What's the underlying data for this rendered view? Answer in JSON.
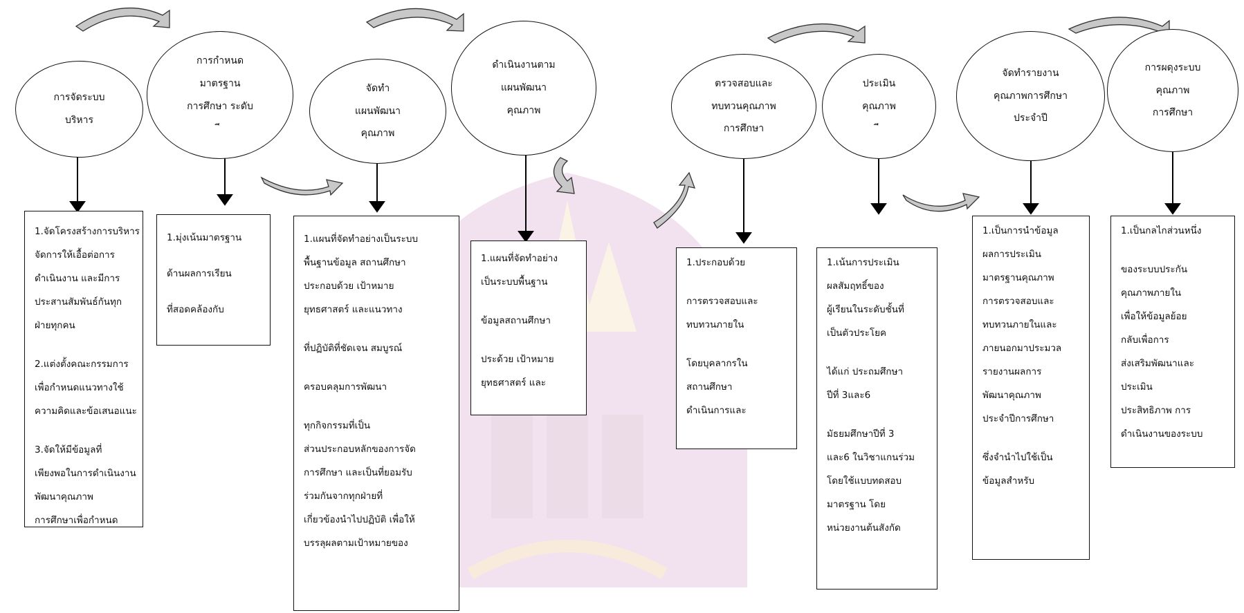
{
  "circles": [
    {
      "lines": [
        "การจัดระบบ",
        "บริหาร"
      ]
    },
    {
      "lines": [
        "การกำหนด",
        "มาตรฐาน",
        "การศึกษา ระดับ",
        "ี"
      ]
    },
    {
      "lines": [
        "จัดทำ",
        "แผนพัฒนา",
        "คุณภาพ"
      ]
    },
    {
      "lines": [
        "ดำเนินงานตาม",
        "แผนพัฒนา",
        "คุณภาพ"
      ]
    },
    {
      "lines": [
        "ตรวจสอบและ",
        "ทบทวนคุณภาพ",
        "การศึกษา"
      ]
    },
    {
      "lines": [
        "ประเมิน",
        "คุณภาพ",
        "ี"
      ]
    },
    {
      "lines": [
        "จัดทำรายงาน",
        "คุณภาพการศึกษา",
        "ประจำปี"
      ]
    },
    {
      "lines": [
        "การผดุงระบบ",
        "คุณภาพ",
        "การศึกษา"
      ]
    }
  ],
  "boxes": [
    {
      "lines": [
        "1.จัดโครงสร้างการบริหาร",
        "จัดการให้เอื้อต่อการ",
        "ดำเนินงาน และมีการ",
        "ประสานสัมพันธ์กันทุก",
        "ฝ่ายทุกคน",
        "",
        "2.แต่งตั้งคณะกรรมการ",
        "เพื่อกำหนดแนวทางใช้",
        "ความคิดและข้อเสนอแนะ",
        "",
        "3.จัดให้มีข้อมูลที่",
        "เพียงพอในการดำเนินงาน",
        "พัฒนาคุณภาพ",
        "การศึกษาเพื่อกำหนด"
      ]
    },
    {
      "lines": [
        "1.มุ่งเน้นมาตรฐาน",
        "ด้านผลการเรียน",
        "ที่สอดคล้องกับ"
      ]
    },
    {
      "lines": [
        "1.แผนที่จัดทำอย่างเป็นระบบ",
        "พื้นฐานข้อมูล สถานศึกษา",
        "ประกอบด้วย เป้าหมาย",
        "ยุทธศาสตร์ และแนวทาง",
        "",
        "ที่ปฏิบัติที่ชัดเจน สมบูรณ์",
        "",
        "ครอบคลุมการพัฒนา",
        "",
        "ทุกกิจกรรมที่เป็น",
        "ส่วนประกอบหลักของการจัด",
        "การศึกษา และเป็นที่ยอมรับ",
        "ร่วมกันจากทุกฝ่ายที่",
        "เกี่ยวข้องนำไปปฏิบัติ เพื่อให้",
        "บรรลุผลตามเป้าหมายของ"
      ]
    },
    {
      "lines": [
        "1.แผนที่จัดทำอย่าง",
        "เป็นระบบพื้นฐาน",
        "",
        "ข้อมูลสถานศึกษา",
        "",
        "ประด้วย เป้าหมาย",
        "ยุทธศาสตร์ และ"
      ]
    },
    {
      "lines": [
        "1.ประกอบด้วย",
        "",
        " การตรวจสอบและ",
        "ทบทวนภายใน",
        "",
        "โดยบุคลากรใน",
        "สถานศึกษา",
        "ดำเนินการและ"
      ]
    },
    {
      "lines": [
        "1.เน้นการประเมิน",
        "ผลสัมฤทธิ์ของ",
        "ผู้เรียนในระดับชั้นที่",
        "เป็นตัวประโยค",
        "",
        "ได้แก่ ประถมศึกษา",
        "ปีที่ 3และ6",
        "",
        "มัธยมศึกษาปีที่ 3",
        "และ6 ในวิชาแกนร่วม",
        "โดยใช้แบบทดสอบ",
        "มาตรฐาน โดย",
        "หน่วยงานต้นสังกัด"
      ]
    },
    {
      "lines": [
        "1.เป็นการนำข้อมูล",
        "ผลการประเมิน",
        "มาตรฐานคุณภาพ",
        "การตรวจสอบและ",
        "ทบทวนภายในและ",
        "ภายนอกมาประมวล",
        "รายงานผลการ",
        "พัฒนาคุณภาพ",
        "ประจำปีการศึกษา",
        "",
        "ซึ่งจำนำไปใช้เป็น",
        "ข้อมูลสำหรับ"
      ]
    },
    {
      "lines": [
        "1.เป็นกลไกส่วนหนึ่ง",
        "",
        "ของระบบประกัน",
        "คุณภาพภายใน",
        "เพื่อให้ข้อมูลย้อย",
        "กลับเพื่อการ",
        "ส่งเสริมพัฒนาและ",
        "ประเมิน",
        "ประสิทธิภาพ การ",
        "ดำเนินงานของระบบ"
      ]
    }
  ]
}
